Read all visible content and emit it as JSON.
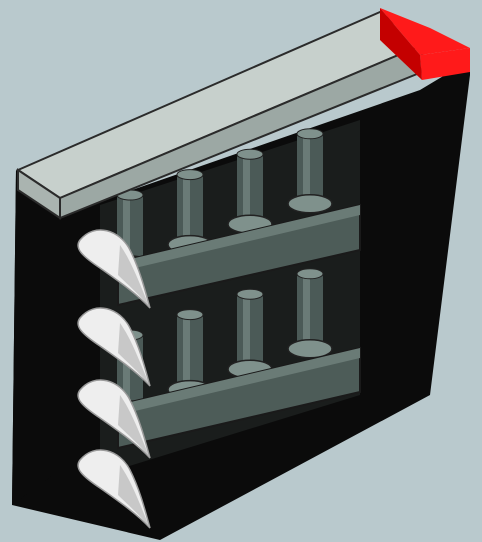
{
  "colors": {
    "background": "#b9c9cd",
    "frame": "#0b0b0b",
    "top_plate": "#c7d0cc",
    "top_plate_edge": "#9ca8a4",
    "beam": "#4d5c58",
    "beam_light": "#6a7b76",
    "post": "#4b5a57",
    "post_light": "#7f918c",
    "tooth": "#eeeeee",
    "tooth_shadow": "#b8b8b8",
    "accent_red": "#ff1a1a",
    "accent_red_dark": "#c40000"
  },
  "parts": {
    "teeth_count": 4,
    "posts_per_row": 4,
    "rows": 2
  }
}
